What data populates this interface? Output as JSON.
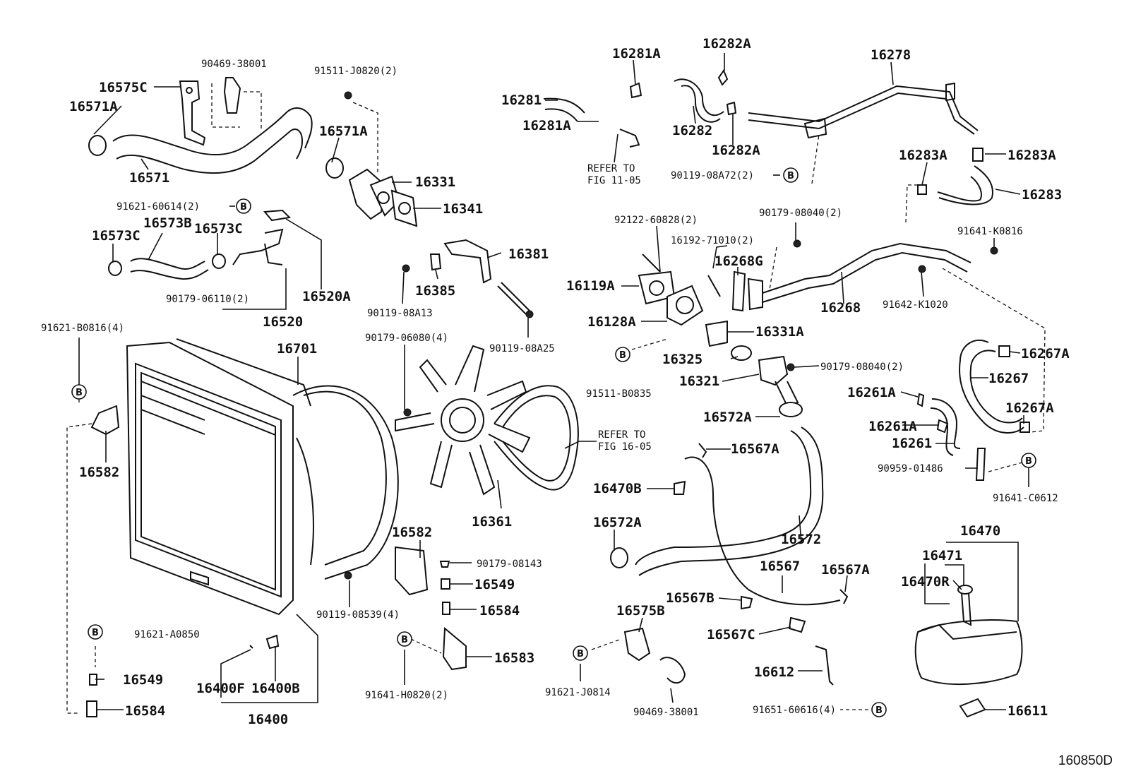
{
  "diagram_code": "160850D",
  "labels": [
    {
      "id": "l1",
      "text": "90469-38001"
    },
    {
      "id": "l2",
      "text": "91511-J0820(2)"
    },
    {
      "id": "l3",
      "text": "16575C"
    },
    {
      "id": "l4",
      "text": "16571A"
    },
    {
      "id": "l5",
      "text": "16571A"
    },
    {
      "id": "l6",
      "text": "16571"
    },
    {
      "id": "l7",
      "text": "16331"
    },
    {
      "id": "l8",
      "text": "16341"
    },
    {
      "id": "l9",
      "text": "91621-60614(2)"
    },
    {
      "id": "l10",
      "text": "16573B"
    },
    {
      "id": "l11",
      "text": "16573C"
    },
    {
      "id": "l12",
      "text": "16573C"
    },
    {
      "id": "l13",
      "text": "90179-06110(2)"
    },
    {
      "id": "l14",
      "text": "16520A"
    },
    {
      "id": "l15",
      "text": "16520"
    },
    {
      "id": "l16",
      "text": "16381"
    },
    {
      "id": "l17",
      "text": "16385"
    },
    {
      "id": "l18",
      "text": "90119-08A13"
    },
    {
      "id": "l19",
      "text": "90119-08A25"
    },
    {
      "id": "l20",
      "text": "91621-B0816(4)"
    },
    {
      "id": "l21",
      "text": "16701"
    },
    {
      "id": "l22",
      "text": "90179-06080(4)"
    },
    {
      "id": "l23",
      "text": "16582"
    },
    {
      "id": "l24",
      "text": "16361"
    },
    {
      "id": "l25",
      "text": "REFER TO"
    },
    {
      "id": "l26",
      "text": "FIG 16-05"
    },
    {
      "id": "l27",
      "text": "16582"
    },
    {
      "id": "l28",
      "text": "90179-08143"
    },
    {
      "id": "l29",
      "text": "16549"
    },
    {
      "id": "l30",
      "text": "16584"
    },
    {
      "id": "l31",
      "text": "90119-08539(4)"
    },
    {
      "id": "l32",
      "text": "16583"
    },
    {
      "id": "l33",
      "text": "91641-H0820(2)"
    },
    {
      "id": "l34",
      "text": "91621-A0850"
    },
    {
      "id": "l35",
      "text": "16549"
    },
    {
      "id": "l36",
      "text": "16584"
    },
    {
      "id": "l37",
      "text": "16400F"
    },
    {
      "id": "l38",
      "text": "16400B"
    },
    {
      "id": "l39",
      "text": "16400"
    },
    {
      "id": "l40",
      "text": "16281A"
    },
    {
      "id": "l41",
      "text": "16281"
    },
    {
      "id": "l42",
      "text": "16281A"
    },
    {
      "id": "l43",
      "text": "REFER TO"
    },
    {
      "id": "l44",
      "text": "FIG 11-05"
    },
    {
      "id": "l45",
      "text": "16282A"
    },
    {
      "id": "l46",
      "text": "16282"
    },
    {
      "id": "l47",
      "text": "16282A"
    },
    {
      "id": "l48",
      "text": "16278"
    },
    {
      "id": "l49",
      "text": "90119-08A72(2)"
    },
    {
      "id": "l50",
      "text": "16283A"
    },
    {
      "id": "l51",
      "text": "16283A"
    },
    {
      "id": "l52",
      "text": "16283"
    },
    {
      "id": "l53",
      "text": "92122-60828(2)"
    },
    {
      "id": "l54",
      "text": "90179-08040(2)"
    },
    {
      "id": "l55",
      "text": "91641-K0816"
    },
    {
      "id": "l56",
      "text": "16192-71010(2)"
    },
    {
      "id": "l57",
      "text": "16268G"
    },
    {
      "id": "l58",
      "text": "16119A"
    },
    {
      "id": "l59",
      "text": "16268"
    },
    {
      "id": "l60",
      "text": "91642-K1020"
    },
    {
      "id": "l61",
      "text": "16128A"
    },
    {
      "id": "l62",
      "text": "16331A"
    },
    {
      "id": "l63",
      "text": "16325"
    },
    {
      "id": "l64",
      "text": "90179-08040(2)"
    },
    {
      "id": "l65",
      "text": "16321"
    },
    {
      "id": "l66",
      "text": "91511-B0835"
    },
    {
      "id": "l67",
      "text": "16572A"
    },
    {
      "id": "l68",
      "text": "16567A"
    },
    {
      "id": "l69",
      "text": "16470B"
    },
    {
      "id": "l70",
      "text": "16572A"
    },
    {
      "id": "l71",
      "text": "16572"
    },
    {
      "id": "l72",
      "text": "16267A"
    },
    {
      "id": "l73",
      "text": "16267"
    },
    {
      "id": "l74",
      "text": "16261A"
    },
    {
      "id": "l75",
      "text": "16267A"
    },
    {
      "id": "l76",
      "text": "16261A"
    },
    {
      "id": "l77",
      "text": "16261"
    },
    {
      "id": "l78",
      "text": "90959-01486"
    },
    {
      "id": "l79",
      "text": "91641-C0612"
    },
    {
      "id": "l80",
      "text": "16470"
    },
    {
      "id": "l81",
      "text": "16471"
    },
    {
      "id": "l82",
      "text": "16470R"
    },
    {
      "id": "l83",
      "text": "16567"
    },
    {
      "id": "l84",
      "text": "16567A"
    },
    {
      "id": "l85",
      "text": "16567B"
    },
    {
      "id": "l86",
      "text": "16575B"
    },
    {
      "id": "l87",
      "text": "16567C"
    },
    {
      "id": "l88",
      "text": "16612"
    },
    {
      "id": "l89",
      "text": "91621-J0814"
    },
    {
      "id": "l90",
      "text": "90469-38001"
    },
    {
      "id": "l91",
      "text": "91651-60616(4)"
    },
    {
      "id": "l92",
      "text": "16611"
    }
  ],
  "ref_marker": "B"
}
